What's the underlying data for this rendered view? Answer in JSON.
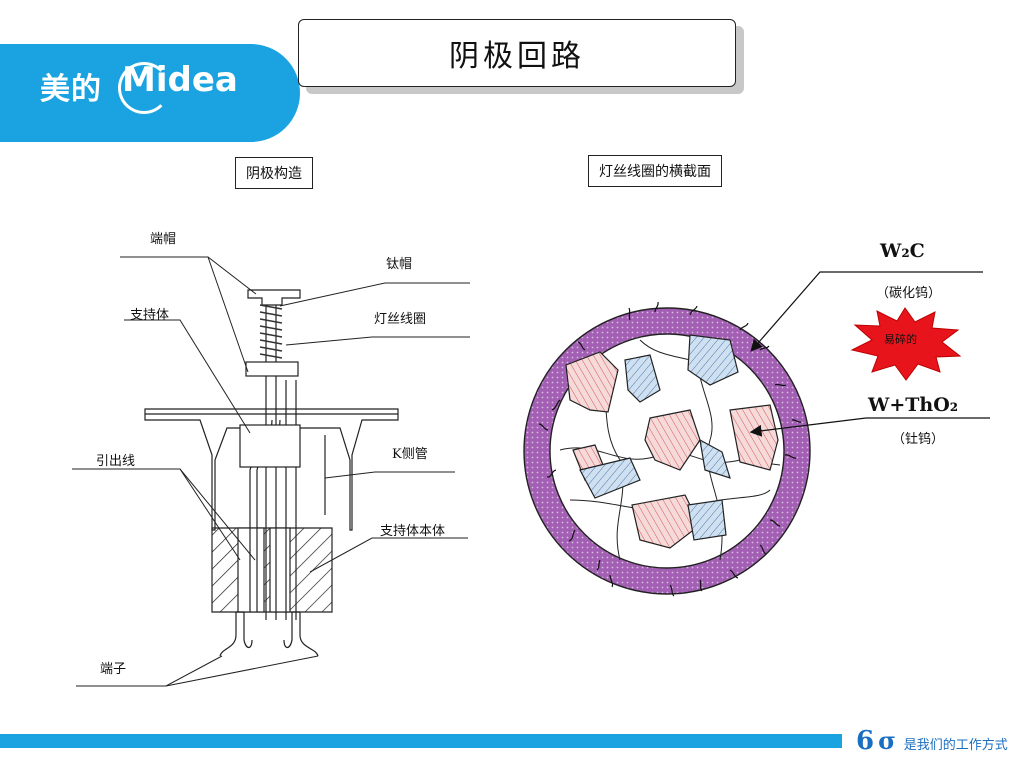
{
  "logo": {
    "cn": "美的",
    "en": "Midea"
  },
  "title": "阴极回路",
  "left_caption": "阴极构造",
  "right_caption": "灯丝线圈的横截面",
  "left_labels": {
    "end_cap": "端帽",
    "titanium_cap": "钛帽",
    "support": "支持体",
    "filament_coil": "灯丝线圈",
    "lead_wire": "引出线",
    "k_side_tube": "K侧管",
    "support_body": "支持体本体",
    "terminal": "端子"
  },
  "right_labels": {
    "w2c": "W₂C",
    "w2c_cn": "（碳化钨）",
    "brittle": "易碎的",
    "wtho2": "W+ThO₂",
    "wtho2_cn": "（钍钨）"
  },
  "footer": {
    "six": "6",
    "sigma": "σ",
    "slogan": "是我们的工作方式"
  },
  "colors": {
    "brand": "#1aa3e0",
    "ring": "#a060b0",
    "tho2_fill": "#f4d0d0",
    "blue_fill": "#c8dcef",
    "burst": "#e8141c"
  }
}
